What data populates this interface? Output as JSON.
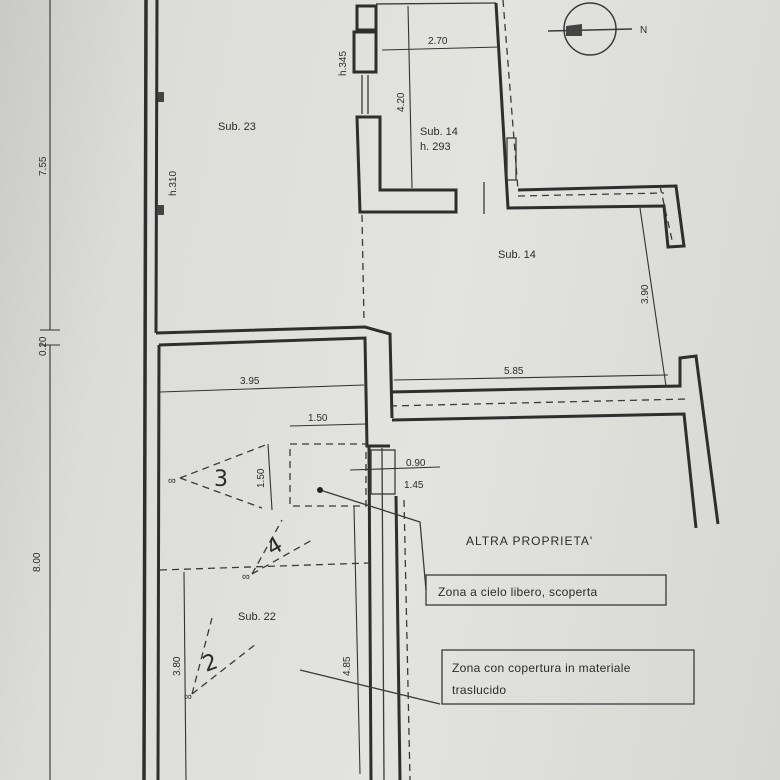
{
  "rooms": {
    "sub23": "Sub. 23",
    "sub14_inner": "Sub. 14",
    "sub14_inner_h": "h. 293",
    "sub14": "Sub. 14",
    "sub22": "Sub. 22",
    "altra": "ALTRA   PROPRIETA'"
  },
  "heights": {
    "h310": "h.310",
    "h345": "h.345"
  },
  "dimensions": {
    "d755": "7.55",
    "d020": "0.20",
    "d800": "8.00",
    "d270": "2.70",
    "d420": "4.20",
    "d390": "3.90",
    "d395": "3.95",
    "d585": "5.85",
    "d150a": "1.50",
    "d150b": "1.50",
    "d090": "0.90",
    "d145": "1.45",
    "d485": "4.85",
    "d380": "3.80"
  },
  "photo_views": [
    "3",
    "4",
    "2"
  ],
  "notes": {
    "open_zone": "Zona a cielo libero, scoperta",
    "covered_zone_l1": "Zona con copertura in materiale",
    "covered_zone_l2": "traslucido"
  },
  "compass_label": "N"
}
